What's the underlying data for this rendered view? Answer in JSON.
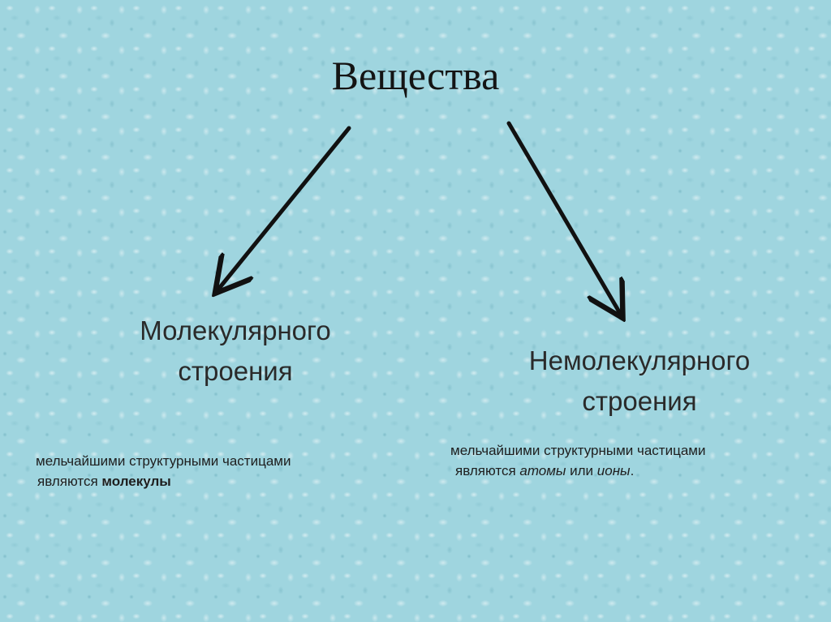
{
  "title": "Вещества",
  "branches": {
    "left": {
      "heading_line1": "Молекулярного",
      "heading_line2": "строения",
      "note_line1": "мельчайшими структурными частицами",
      "note_line2_prefix": "являются ",
      "note_line2_bold": "молекулы"
    },
    "right": {
      "heading_line1": "Немолекулярного",
      "heading_line2": "строения",
      "note_line1": "мельчайшими структурными частицами",
      "note_line2_prefix": "являются ",
      "note_line2_italic1": "атомы",
      "note_line2_mid": " или ",
      "note_line2_italic2": "ионы",
      "note_line2_suffix": "."
    }
  },
  "colors": {
    "background": "#9fd5df",
    "arrow": "#111111",
    "text": "#1e1e1e"
  }
}
